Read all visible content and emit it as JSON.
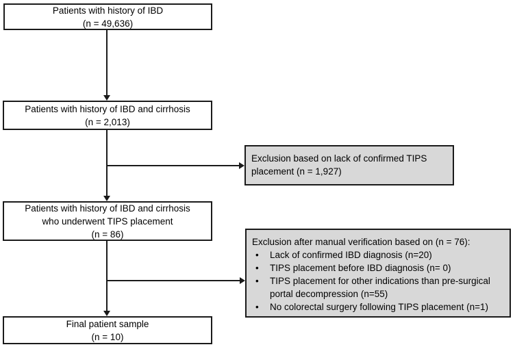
{
  "colors": {
    "box_fill": "#ffffff",
    "exclusion_fill": "#d8d8d8",
    "border": "#1a1a1a",
    "arrow": "#1a1a1a",
    "text": "#000000"
  },
  "boxes": {
    "b1": {
      "lines": [
        "Patients with history of IBD",
        "(n = 49,636)"
      ]
    },
    "b2": {
      "lines": [
        "Patients with history of IBD and cirrhosis",
        "(n = 2,013)"
      ]
    },
    "b3": {
      "lines": [
        "Patients with history of IBD and cirrhosis",
        "who underwent TIPS placement",
        "(n = 86)"
      ]
    },
    "b4": {
      "lines": [
        "Final patient sample",
        "(n = 10)"
      ]
    }
  },
  "exclusions": {
    "e1": {
      "text": "Exclusion based on lack of confirmed TIPS placement (n = 1,927)"
    },
    "e2": {
      "heading": "Exclusion after manual verification based on (n = 76):",
      "bullet_char": "•",
      "bullets": [
        "Lack of confirmed IBD diagnosis (n=20)",
        "TIPS placement before IBD diagnosis (n= 0)",
        "TIPS placement for other indications than pre-surgical portal decompression (n=55)",
        "No colorectal surgery following TIPS placement (n=1)"
      ]
    }
  }
}
